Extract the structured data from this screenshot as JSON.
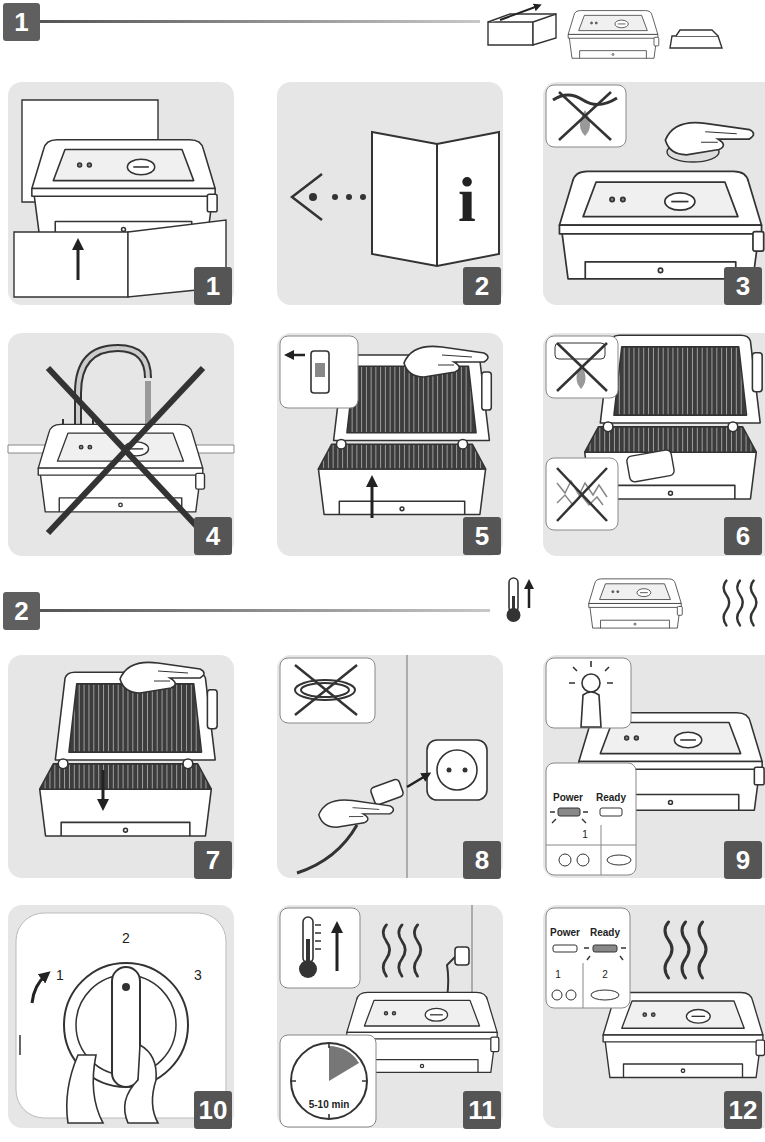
{
  "diagram": {
    "nodes": [
      {
        "text": [
          "1"
        ]
      },
      {
        "text": [
          "1"
        ]
      },
      {
        "text": [
          "2"
        ]
      },
      {
        "text": [
          "3"
        ]
      },
      {
        "text": [
          "4"
        ]
      },
      {
        "text": [
          "5"
        ]
      },
      {
        "text": [
          "6"
        ]
      },
      {
        "text": [
          "2"
        ]
      },
      {
        "text": [
          "7"
        ]
      },
      {
        "text": [
          "8"
        ]
      },
      {
        "text": [
          "9"
        ]
      },
      {
        "text": [
          "10"
        ]
      },
      {
        "text": [
          "11"
        ]
      },
      {
        "text": [
          "12"
        ]
      }
    ],
    "edges": [],
    "labels": [
      "i",
      "Power",
      "Ready",
      "1",
      "2",
      "1",
      "3",
      "5-10 min",
      "Power",
      "Ready",
      "1",
      "2"
    ]
  }
}
